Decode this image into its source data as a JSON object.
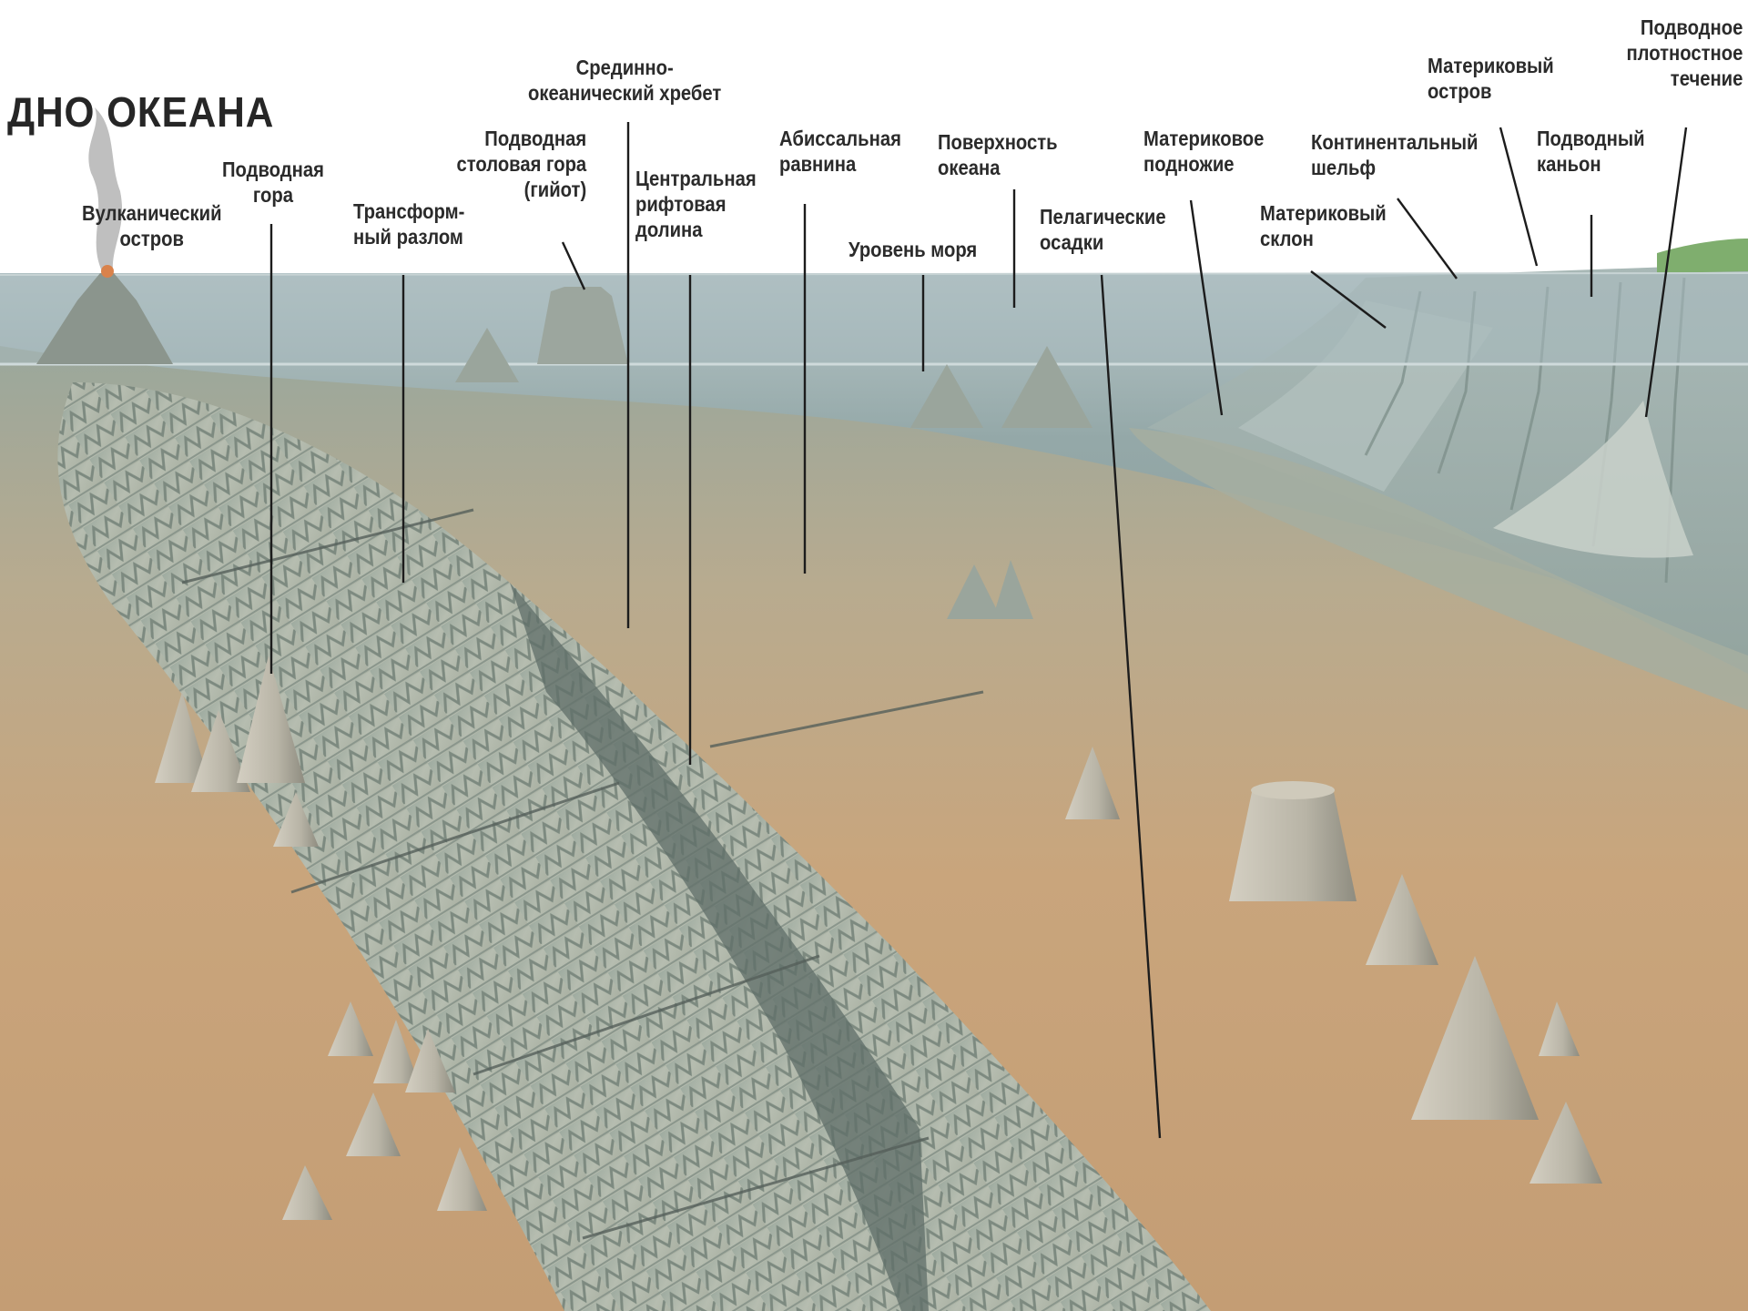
{
  "title": "ДНО ОКЕАНА",
  "labels": {
    "volcanic_island": [
      "Вулканический",
      "остров"
    ],
    "seamount": [
      "Подводная",
      "гора"
    ],
    "transform_fault": [
      "Трансформ-",
      "ный разлом"
    ],
    "guyot": [
      "Подводная",
      "столовая гора",
      "(гийот)"
    ],
    "mid_ocean_ridge": [
      "Срединно-",
      "океанический хребет"
    ],
    "rift_valley": [
      "Центральная",
      "рифтовая",
      "долина"
    ],
    "abyssal_plain": [
      "Абиссальная",
      "равнина"
    ],
    "sea_level": [
      "Уровень моря"
    ],
    "ocean_surface": [
      "Поверхность",
      "океана"
    ],
    "pelagic_sediments": [
      "Пелагические",
      "осадки"
    ],
    "continental_rise": [
      "Материковое",
      "подножие"
    ],
    "continental_slope": [
      "Материковый",
      "склон"
    ],
    "continental_shelf": [
      "Континентальный",
      "шельф"
    ],
    "continental_island": [
      "Материковый",
      "остров"
    ],
    "submarine_canyon": [
      "Подводный",
      "каньон"
    ],
    "turbidity_current": [
      "Подводное",
      "плотностное",
      "течение"
    ]
  },
  "colors": {
    "sky": "#ffffff",
    "water_surface": "#9fb3b8",
    "water_deep": "#8ea3a3",
    "seafloor": "#c9a57c",
    "seafloor_dark": "#b89470",
    "ridge": "#a7b2a6",
    "ridge_shadow": "#6f7f78",
    "land": "#7fae6e",
    "leader_line": "#1c1c1c"
  }
}
